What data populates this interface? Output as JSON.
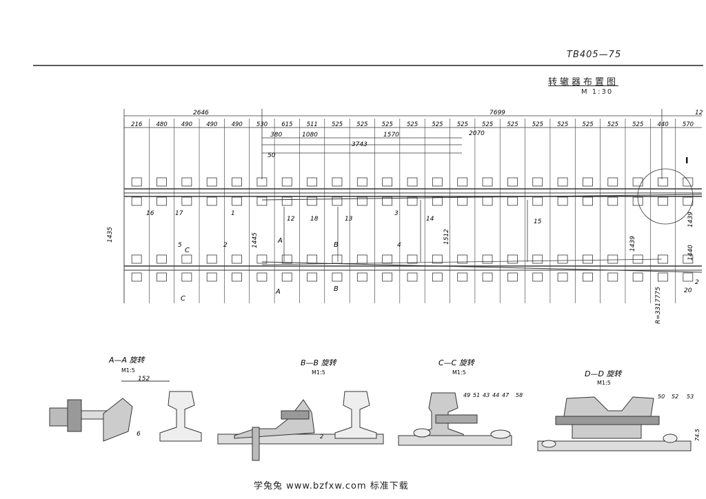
{
  "doc_number": "TB405—75",
  "title": "转辙器布置图",
  "scale": "M 1:30",
  "footer": "学兔兔   www.bzfxw.com  标准下载",
  "dims": {
    "top_left_total": "2646",
    "top_right_total": "7699",
    "top_far_right": "12",
    "segments": [
      "216",
      "480",
      "490",
      "490",
      "490",
      "530",
      "615",
      "511",
      "525",
      "525",
      "525",
      "525",
      "525",
      "525",
      "525",
      "525",
      "525",
      "525",
      "525",
      "525",
      "525",
      "440",
      "570"
    ],
    "sub_dims": [
      "380",
      "1080",
      "1570",
      "2070",
      "3743"
    ],
    "gap_50": "50",
    "gauge_1435": "1435",
    "gauge_1445": "1445",
    "gauge_1512": "1512",
    "gauge_1439a": "1439",
    "gauge_1439b": "1439",
    "gauge_1440": "1440",
    "radius": "R=3317775"
  },
  "callouts": [
    "16",
    "17",
    "1",
    "12",
    "18",
    "13",
    "3",
    "14",
    "15",
    "5",
    "2",
    "4",
    "20",
    "2"
  ],
  "section_marks": [
    "A",
    "A",
    "B",
    "B",
    "C",
    "C",
    "I"
  ],
  "sections": [
    {
      "title": "A—A 旋转",
      "scale": "M1:5",
      "dim": "152",
      "dim2": "6"
    },
    {
      "title": "B—B 旋转",
      "scale": "M1:5",
      "dim": "2"
    },
    {
      "title": "C—C 旋转",
      "scale": "M1:5",
      "parts": [
        "49",
        "51",
        "43",
        "44",
        "47",
        "58"
      ]
    },
    {
      "title": "D—D 旋转",
      "scale": "M1:5",
      "parts": [
        "50",
        "52",
        "53"
      ],
      "dim": "74.5"
    }
  ]
}
